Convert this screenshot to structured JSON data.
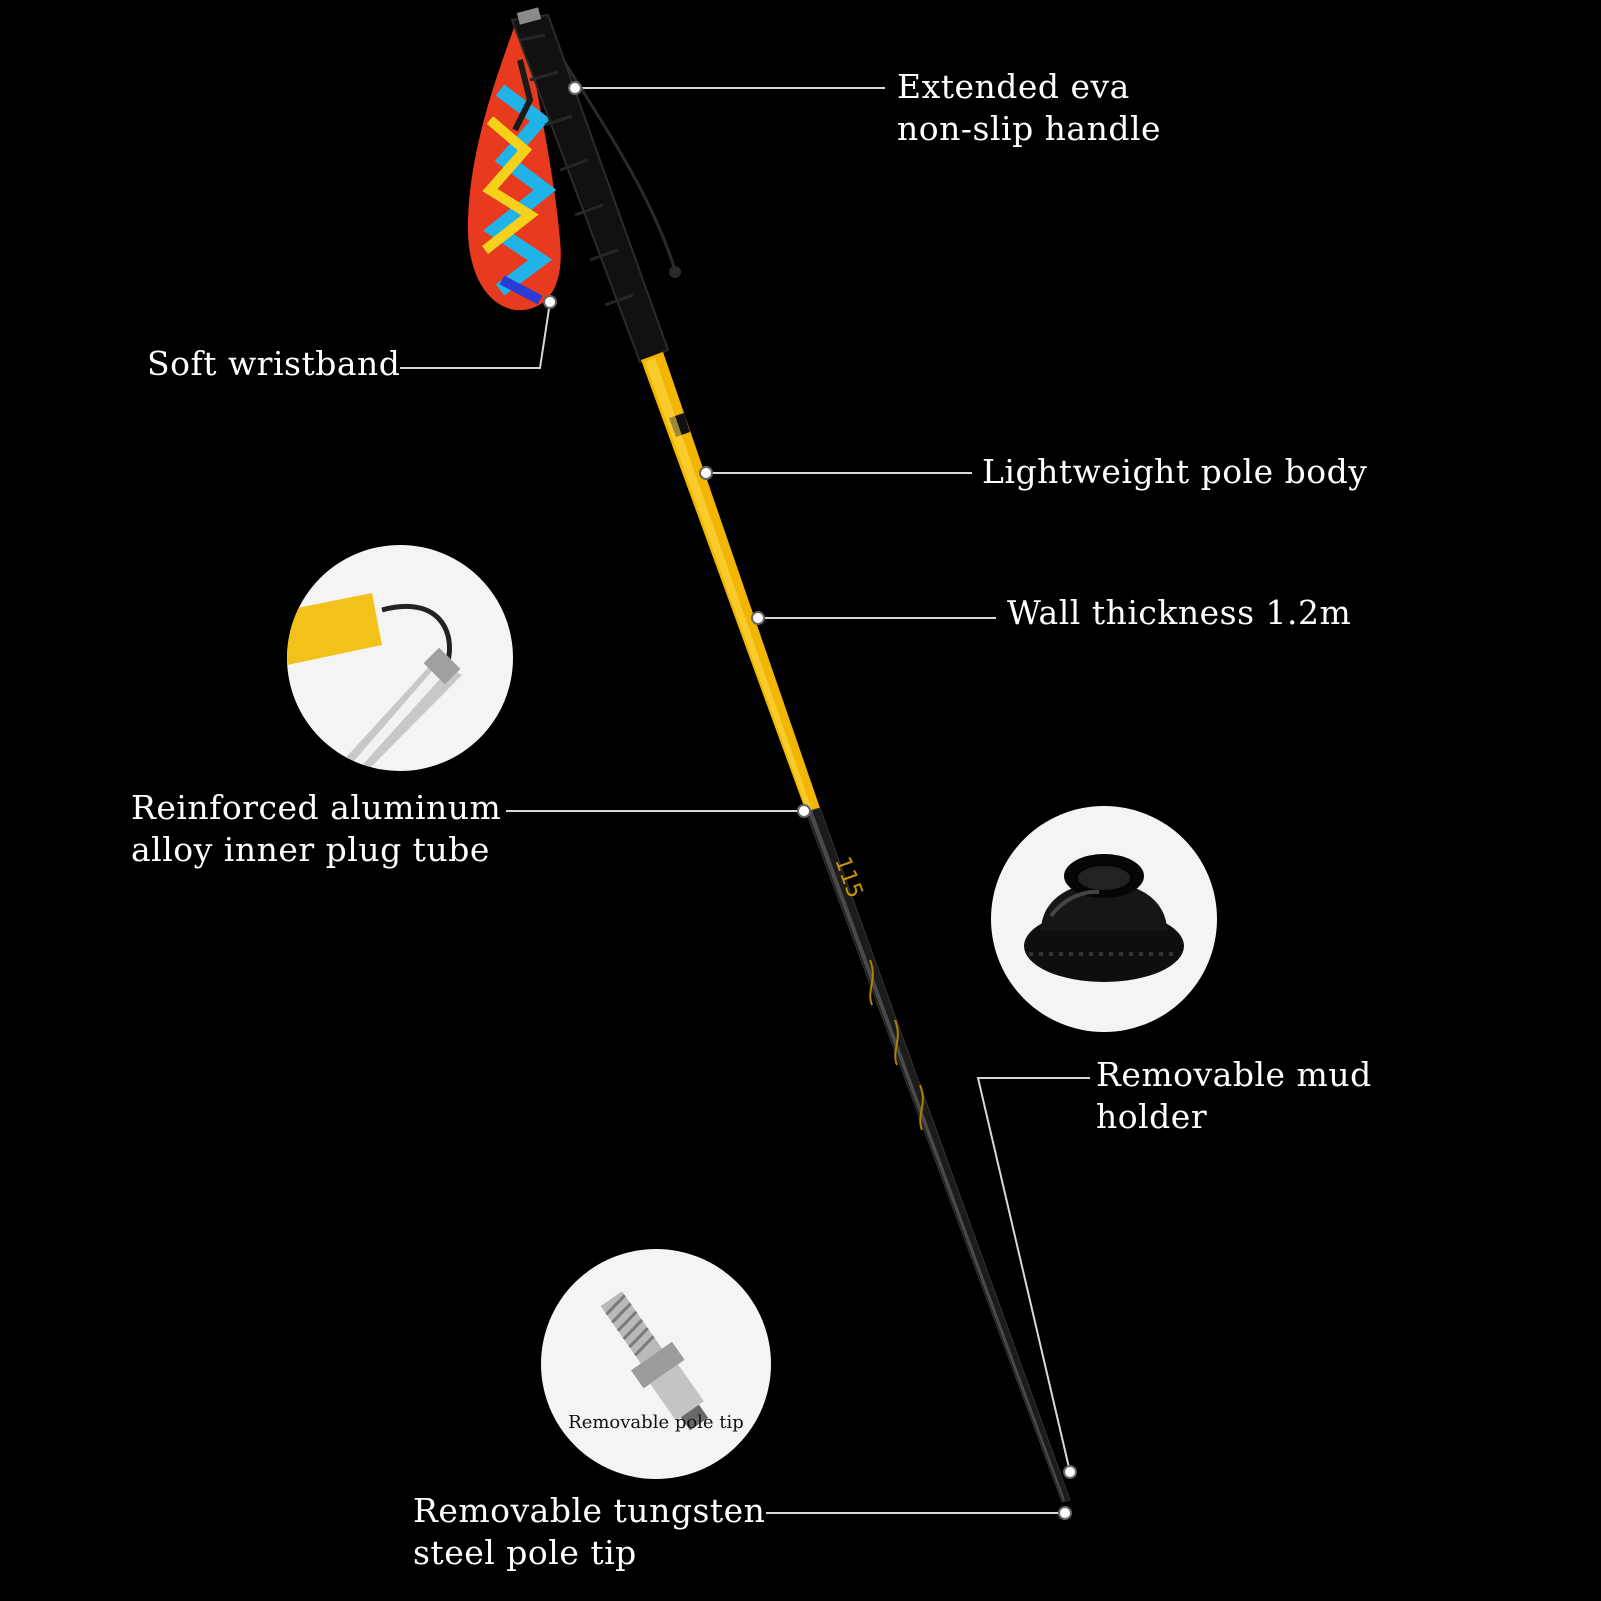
{
  "callouts": {
    "handle": [
      "Extended eva",
      "non-slip handle"
    ],
    "wristband": [
      "Soft wristband"
    ],
    "pole_body": [
      "Lightweight pole body"
    ],
    "wall": [
      "Wall thickness 1.2m"
    ],
    "inner_tube": [
      "Reinforced aluminum",
      "alloy inner plug tube"
    ],
    "mud_holder": [
      "Removable mud",
      "holder"
    ],
    "tip": [
      "Removable tungsten",
      "steel pole tip"
    ]
  },
  "inset_tip_caption": "Removable pole tip",
  "pole_marking": "115",
  "icons": {
    "inner-tube-detail": "aluminum-tube-with-yellow-end",
    "mud-basket-detail": "black-rubber-basket",
    "pole-tip-detail": "threaded-steel-tip"
  },
  "colors": {
    "background": "#000000",
    "text": "#ffffff",
    "pole_yellow": "#f2b600",
    "pole_dark": "#1c1c1c",
    "leader": "#d8d8d8"
  }
}
